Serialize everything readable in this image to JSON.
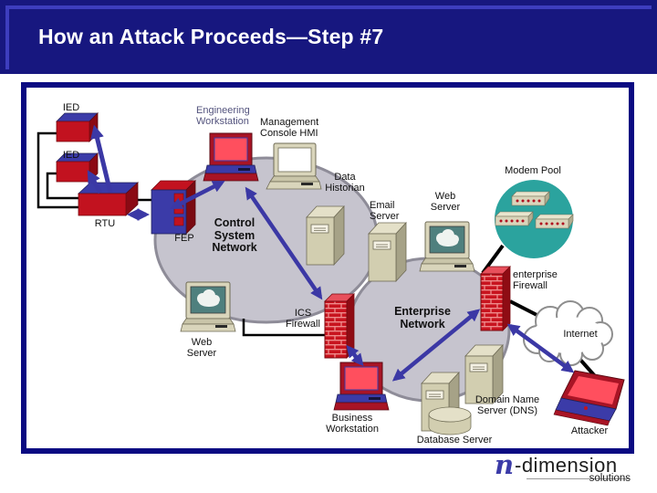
{
  "title": "How an Attack Proceeds—Step #7",
  "nodes": {
    "ied1": "IED",
    "ied2": "IED",
    "rtu": "RTU",
    "fep": "FEP",
    "engineering_workstation": "Engineering\nWorkstation",
    "management_console_hmi": "Management\nConsole HMI",
    "control_system_network": "Control\nSystem\nNetwork",
    "data_historian": "Data\nHistorian",
    "email_server": "Email\nServer",
    "web_server_control": "Web\nServer",
    "web_server_enterprise": "Web\nServer",
    "modem_pool": "Modem Pool",
    "ics_firewall": "ICS\nFirewall",
    "enterprise_firewall": "enterprise\nFirewall",
    "enterprise_network": "Enterprise\nNetwork",
    "internet": "Internet",
    "business_workstation": "Business\nWorkstation",
    "domain_name_server": "Domain Name\nServer (DNS)",
    "database_server": "Database Server",
    "attacker": "Attacker"
  },
  "logo": {
    "glyph": "n",
    "name": "-dimension",
    "tagline": "solutions"
  },
  "colors": {
    "title_bar": "#17177F",
    "frame_border": "#0A0A82",
    "arrow_blue": "#3B38A5",
    "network_fill": "#C6C4CE",
    "modem_pool_fill": "#2BA39E",
    "device_red": "#C2121F",
    "device_beige": "#D9D5BB"
  }
}
